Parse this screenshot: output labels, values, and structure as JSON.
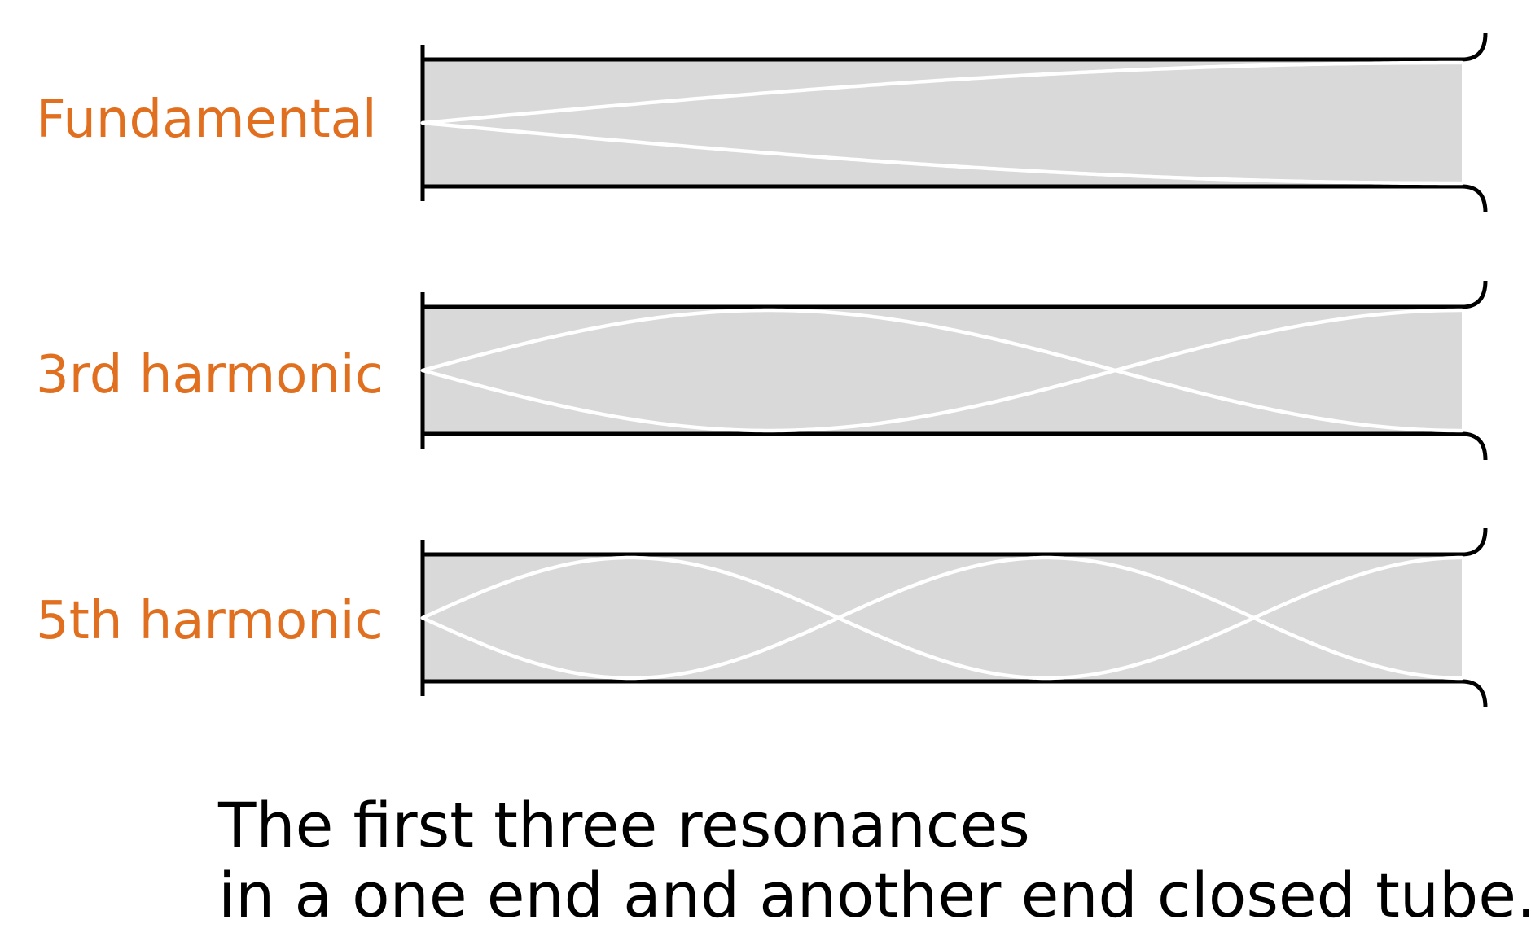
{
  "colors": {
    "label": "#e07020",
    "tube_fill": "#d9d9d9",
    "tube_wall": "#000000",
    "wave": "#ffffff",
    "caption": "#000000",
    "background": "#ffffff"
  },
  "tubes": [
    {
      "label": "Fundamental",
      "harmonic_number": 1
    },
    {
      "label": "3rd harmonic",
      "harmonic_number": 3
    },
    {
      "label": "5th harmonic",
      "harmonic_number": 5
    }
  ],
  "caption": {
    "line1": "The first three resonances",
    "line2": "in a one end and another end closed tube."
  }
}
